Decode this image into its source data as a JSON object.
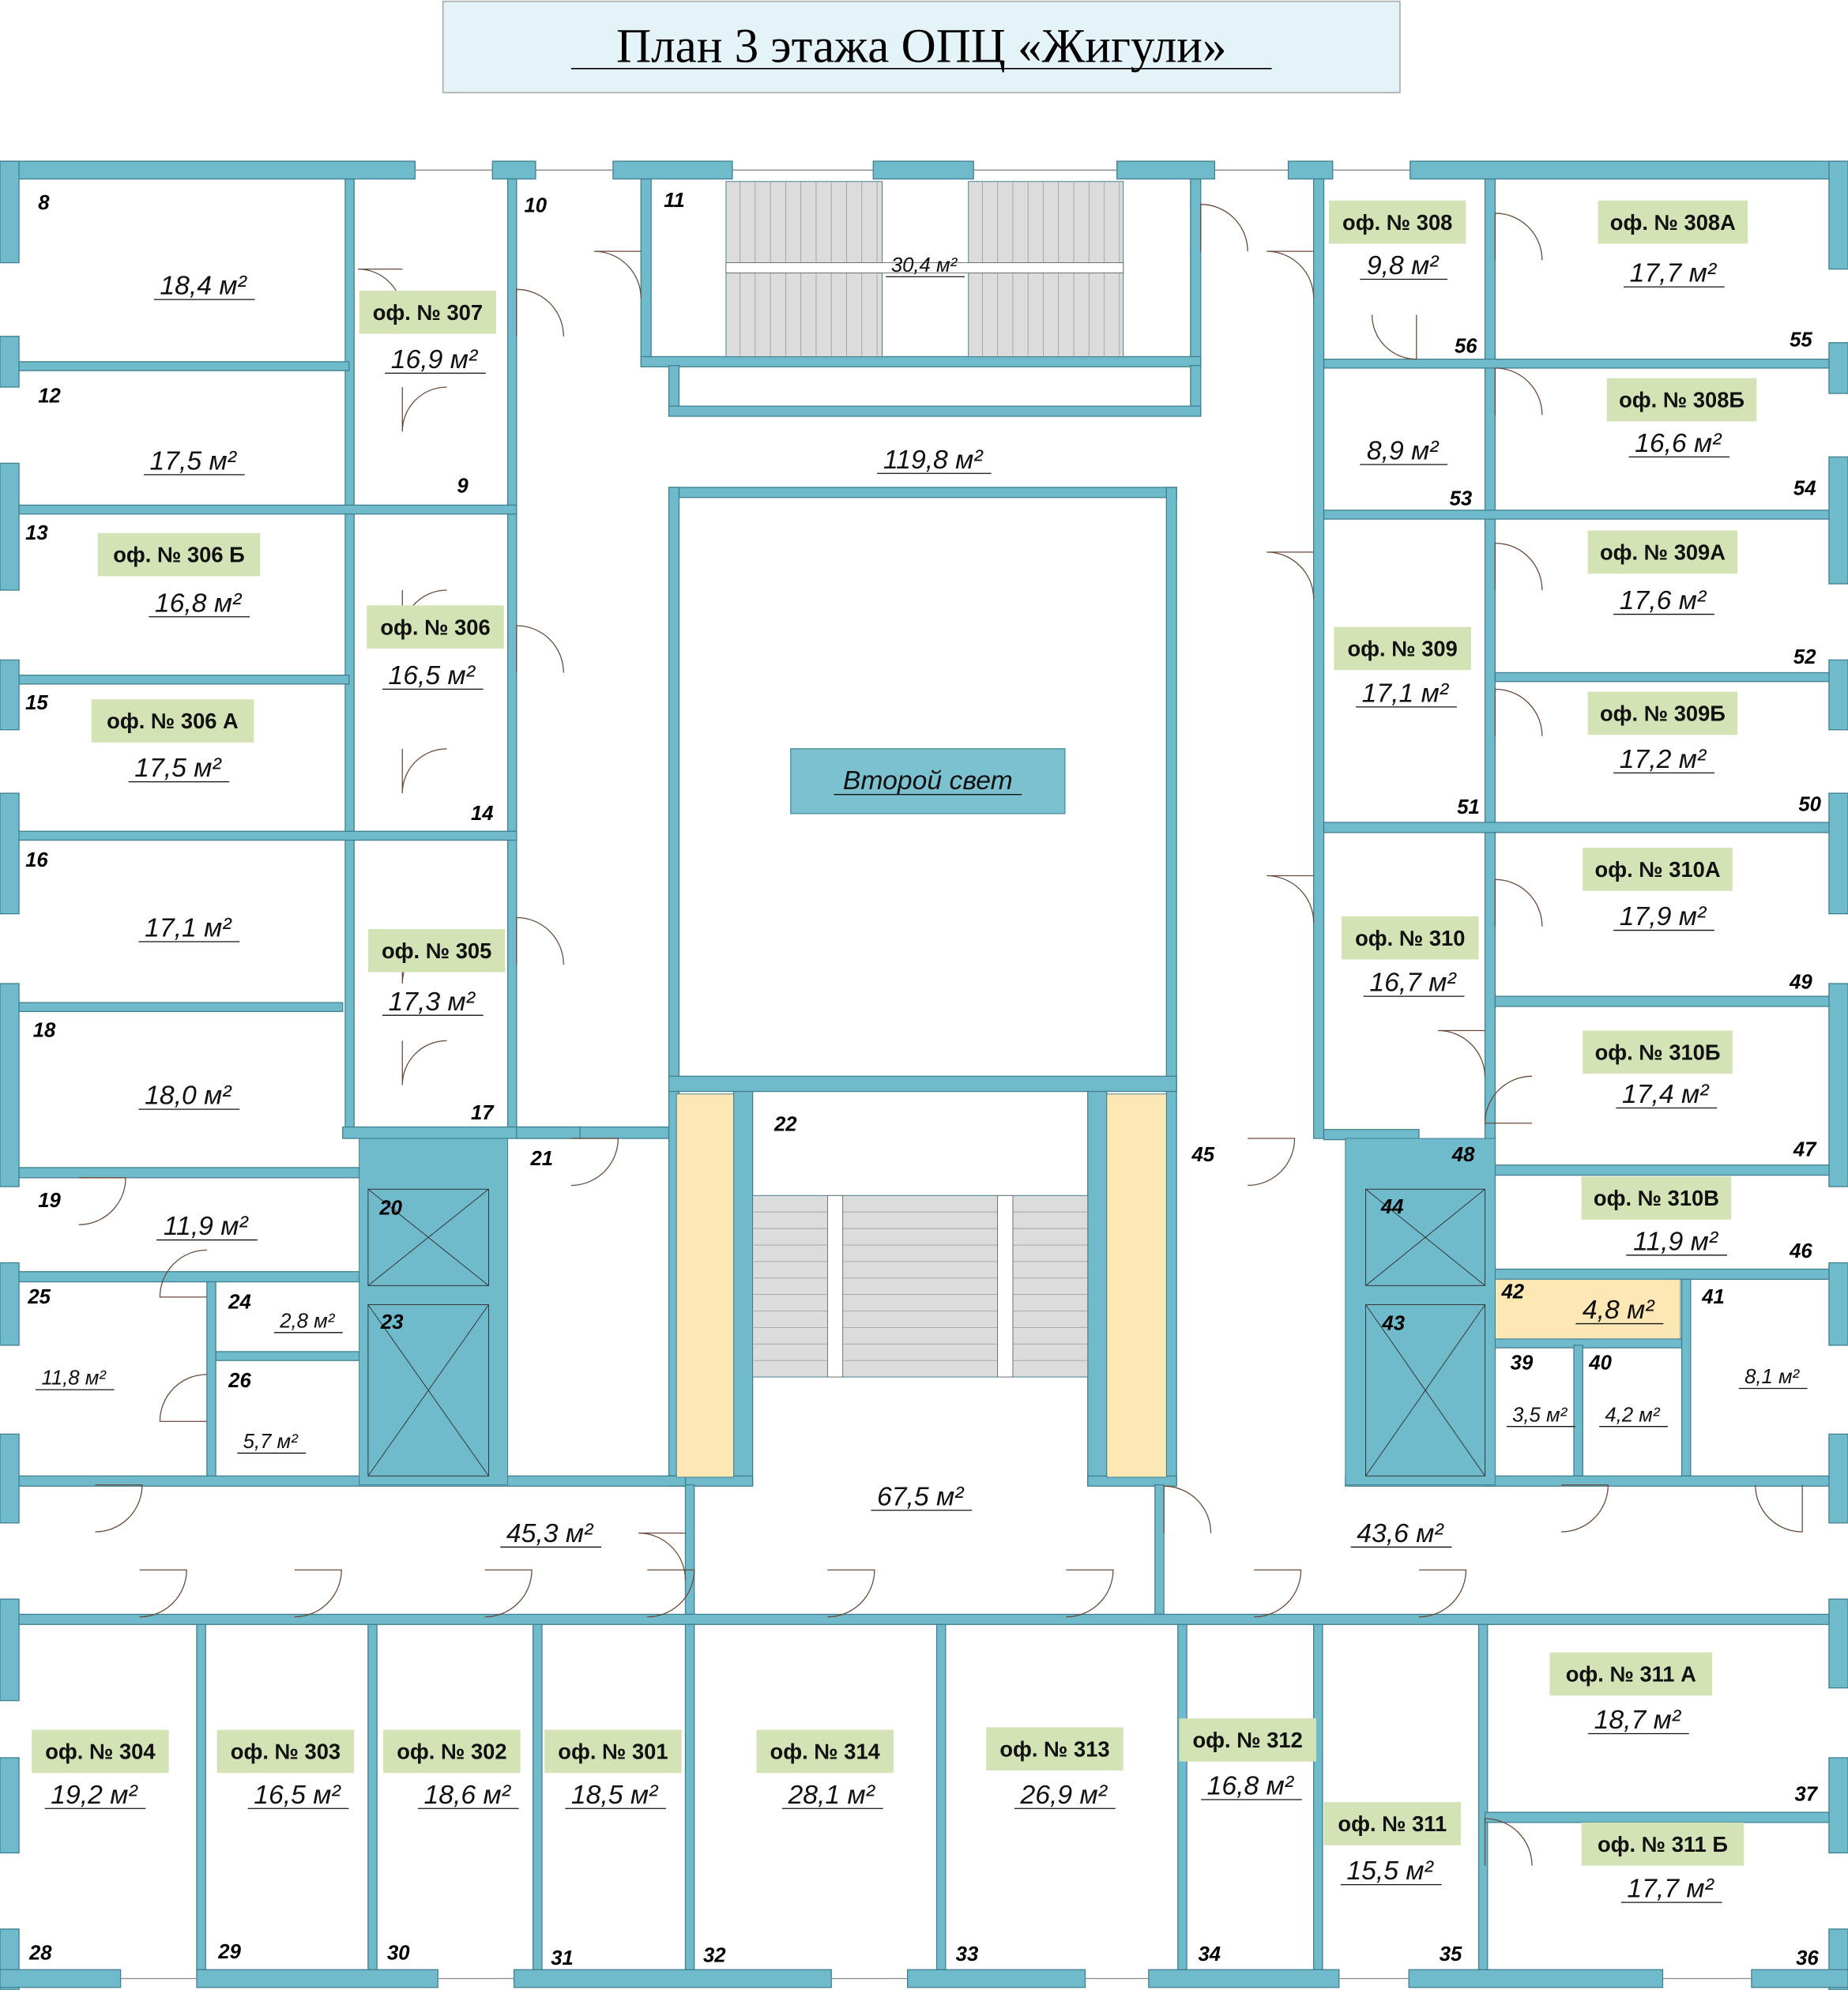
{
  "title": "План 3 этажа ОПЦ  «Жигули»",
  "second_light": "Второй свет",
  "colors": {
    "wall": "#6fbacb",
    "badge": "#d4e3b5",
    "accent_room": "#fde8b5",
    "title_bg": "#e4f3f7",
    "stairs": "#dcdcdc"
  },
  "room_numbers": [
    "8",
    "10",
    "11",
    "12",
    "9",
    "13",
    "15",
    "14",
    "16",
    "18",
    "17",
    "21",
    "19",
    "20",
    "25",
    "24",
    "23",
    "26",
    "22",
    "45",
    "44",
    "43",
    "42",
    "41",
    "39",
    "40",
    "46",
    "48",
    "47",
    "49",
    "50",
    "51",
    "52",
    "53",
    "54",
    "56",
    "55",
    "28",
    "29",
    "30",
    "31",
    "32",
    "33",
    "34",
    "35",
    "36",
    "37"
  ],
  "offices": [
    "оф. № 307",
    "оф. № 306 Б",
    "оф. № 306",
    "оф. № 306 А",
    "оф. № 305",
    "оф. № 308",
    "оф. № 308А",
    "оф. № 308Б",
    "оф. № 309А",
    "оф. № 309",
    "оф. № 309Б",
    "оф. № 310А",
    "оф. № 310",
    "оф. № 310Б",
    "оф. № 310В",
    "оф. № 304",
    "оф. № 303",
    "оф. № 302",
    "оф. № 301",
    "оф. № 314",
    "оф. № 313",
    "оф. № 312",
    "оф. № 311",
    "оф. № 311 А",
    "оф. № 311 Б"
  ],
  "areas": [
    "18,4 м²",
    "16,9 м²",
    "17,5 м²",
    "16,8 м²",
    "16,5 м²",
    "17,5 м²",
    "17,1 м²",
    "17,3 м²",
    "18,0 м²",
    "11,9 м²",
    "2,8 м²",
    "11,8 м²",
    "5,7 м²",
    "30,4 м²",
    "119,8 м²",
    "67,5 м²",
    "45,3 м²",
    "43,6 м²",
    "9,8 м²",
    "17,7 м²",
    "8,9 м²",
    "16,6 м²",
    "17,6 м²",
    "17,1 м²",
    "17,2 м²",
    "17,9 м²",
    "16,7 м²",
    "17,4 м²",
    "11,9 м²",
    "4,8 м²",
    "3,5 м²",
    "4,2 м²",
    "8,1 м²",
    "19,2 м²",
    "16,5 м²",
    "18,6 м²",
    "18,5 м²",
    "28,1 м²",
    "26,9 м²",
    "16,8 м²",
    "15,5 м²",
    "18,7 м²",
    "17,7 м²"
  ]
}
